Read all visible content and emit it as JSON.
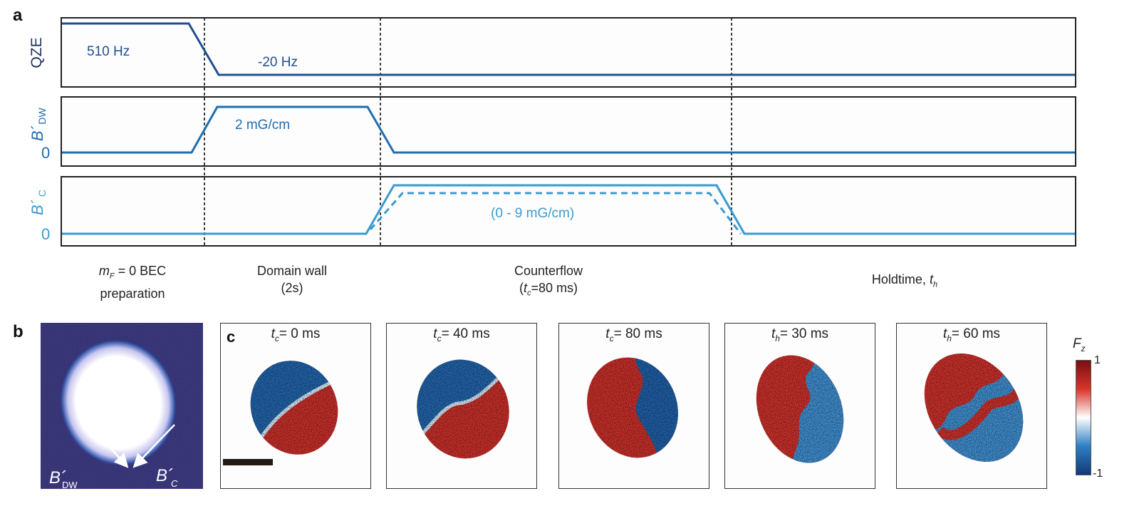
{
  "panel_labels": {
    "a": "a",
    "b": "b",
    "c": "c"
  },
  "panel_a": {
    "rows": [
      {
        "ylabel": "QZE",
        "zero": "",
        "value_label": "510 Hz",
        "value_label2": "-20 Hz",
        "color": "#1f4f91"
      },
      {
        "ylabel": "B´",
        "ylabel_sub": "DW",
        "zero": "0",
        "value_label": "2 mG/cm",
        "color": "#1f6db0"
      },
      {
        "ylabel": "B´",
        "ylabel_sub": "C",
        "zero": "0",
        "value_label": "(0 - 9 mG/cm)",
        "color": "#3b9ad0"
      }
    ],
    "phases": [
      {
        "line1_var": "m",
        "line1_sub": "F",
        "line1_rest": " = 0 BEC",
        "line2": "preparation"
      },
      {
        "line1": "Domain wall",
        "line2": "(2s)"
      },
      {
        "line1": "Counterflow",
        "line2_var": "t",
        "line2_sub": "c",
        "line2_rest": "=80 ms)",
        "line2_open": "("
      },
      {
        "line1_text": "Holdtime, ",
        "line1_var": "t",
        "line1_sub": "h"
      }
    ]
  },
  "panel_b": {
    "arrow1": {
      "label": "B´",
      "sub": "DW"
    },
    "arrow2": {
      "label": "B´",
      "sub": "C"
    }
  },
  "panel_c": {
    "frames": [
      {
        "var": "t",
        "sub": "c",
        "value": "= 0 ms"
      },
      {
        "var": "t",
        "sub": "c",
        "value": "= 40 ms"
      },
      {
        "var": "t",
        "sub": "c",
        "value": "= 80 ms"
      },
      {
        "var": "t",
        "sub": "h",
        "value": "= 30 ms"
      },
      {
        "var": "t",
        "sub": "h",
        "value": "= 60 ms"
      }
    ],
    "colorbar": {
      "label": "F",
      "label_sub": "z",
      "max": "1",
      "min": "-1",
      "colors": [
        "#7a0d12",
        "#d8352a",
        "#ffffff",
        "#2f7fc4",
        "#123a78"
      ]
    }
  }
}
